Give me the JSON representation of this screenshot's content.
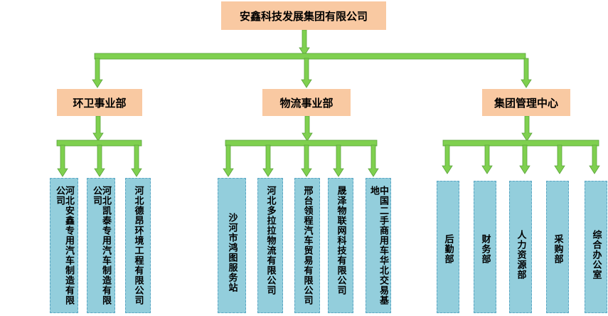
{
  "colors": {
    "header_fill": "#f9c9a2",
    "leaf_fill": "#93cedc",
    "leaf_border": "#5aa6c4",
    "connector": "#7fd04f",
    "connector_stroke": "#5aa23a"
  },
  "org": {
    "root": "安鑫科技发展集团有限公司",
    "divisions": [
      {
        "name": "环卫事业部",
        "units": [
          "河北安鑫专用汽车制造有限公司",
          "河北凯泰专用汽车制造有限公司",
          "河北德昂环境工程有限公司"
        ]
      },
      {
        "name": "物流事业部",
        "units": [
          "沙河市鸿图服务站",
          "河北多拉拉物流有限公司",
          "邢台领程汽车贸易有限公司",
          "晟泽物联网科技有限公司",
          "中国二手商用车华北交易基地"
        ]
      },
      {
        "name": "集团管理中心",
        "units": [
          "后勤部",
          "财务部",
          "人力资源部",
          "采购部",
          "综合办公室"
        ]
      }
    ]
  }
}
